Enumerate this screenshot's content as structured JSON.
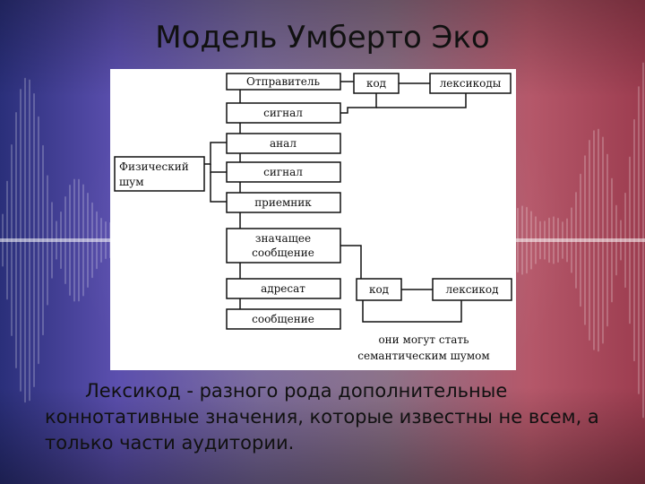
{
  "slide": {
    "title": "Модель Умберто Эко",
    "caption": "Лексикод - разного рода дополнительные коннотативные значения, которые известны не всем, а только части аудитории."
  },
  "diagram": {
    "chain": [
      "Отправитель",
      "сигнал",
      "анал",
      "сигнал",
      "приемник",
      "значащее",
      "сообщение",
      "адресат",
      "сообщение"
    ],
    "noise": [
      "Физический",
      "шум"
    ],
    "top_branch": {
      "code": "код",
      "lexicode": "лексикоды"
    },
    "bottom_branch": {
      "code": "код",
      "lexicode": "лексикод"
    },
    "note": [
      "они могут стать",
      "семантическим шумом"
    ]
  }
}
